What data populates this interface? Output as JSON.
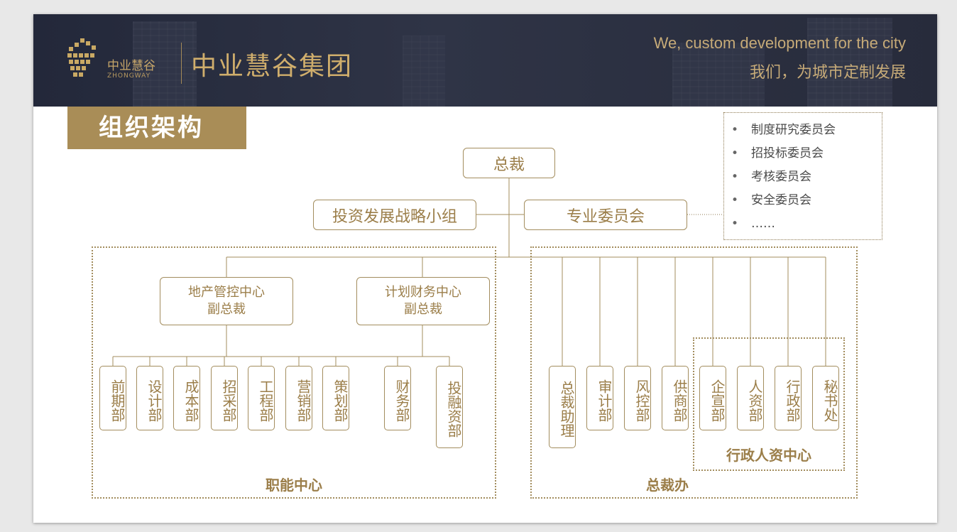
{
  "header": {
    "brand_cn_small": "中业慧谷",
    "brand_en_small": "ZHONGWAY",
    "brand_group": "中业慧谷集团",
    "slogan_en": "We, custom development for the city",
    "slogan_cn": "我们，为城市定制发展"
  },
  "title": "组织架构",
  "org": {
    "top": "总裁",
    "strategy_group": "投资发展战略小组",
    "committee": "专业委员会",
    "committee_items": [
      "制度研究委员会",
      "招投标委员会",
      "考核委员会",
      "安全委员会",
      "……"
    ],
    "real_estate_center": {
      "line1": "地产管控中心",
      "line2": "副总裁"
    },
    "finance_center": {
      "line1": "计划财务中心",
      "line2": "副总裁"
    },
    "functional_depts": [
      "前期部",
      "设计部",
      "成本部",
      "招采部",
      "工程部",
      "营销部",
      "策划部"
    ],
    "finance_depts": [
      "财务部",
      "投融资部"
    ],
    "office_depts": [
      "总裁助理",
      "审计部",
      "风控部",
      "供商部"
    ],
    "admin_depts": [
      "企宣部",
      "人资部",
      "行政部",
      "秘书处"
    ],
    "functional_center_label": "职能中心",
    "president_office_label": "总裁办",
    "admin_hr_center_label": "行政人资中心"
  },
  "colors": {
    "gold": "#a98d57",
    "line": "#a38d5e",
    "header_bg": "#2b3042"
  },
  "icons": {
    "logo": "building-grid-logo-icon"
  }
}
